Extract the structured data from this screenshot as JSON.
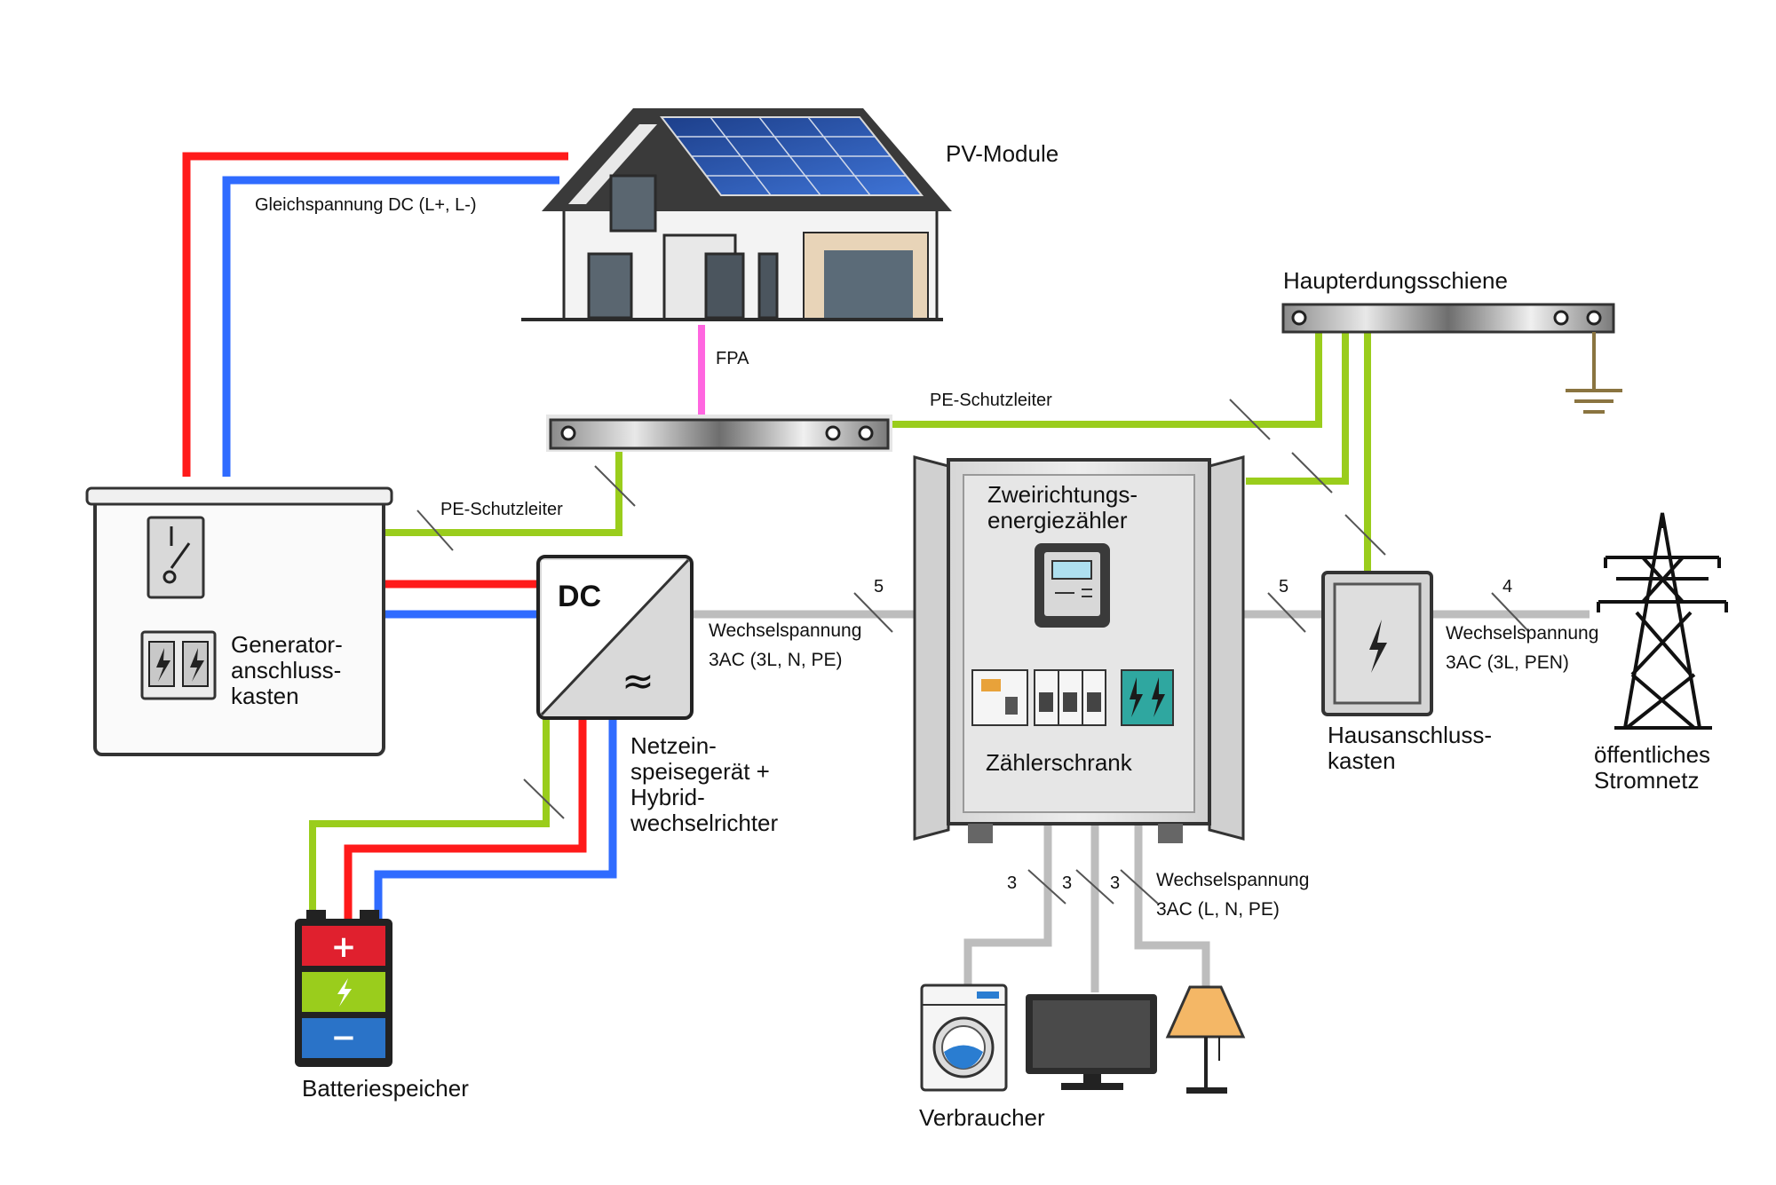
{
  "labels": {
    "pv_modules": "PV-Module",
    "dc_voltage": "Gleichspannung DC (L+, L-)",
    "fpa": "FPA",
    "pe_top": "PE-Schutzleiter",
    "pe_left": "PE-Schutzleiter",
    "main_earth_bar": "Haupterdungsschiene",
    "generator_box": "Generator-\nanschluss-\nkasten",
    "inverter": "Netzein-\nspeisegerät +\nHybrid-\nwechselrichter",
    "inverter_symbol_dc": "DC",
    "inverter_symbol_ac": "≈",
    "ac_inverter": "Wechselspannung\n3AC (3L, N, PE)",
    "wire_count_inverter": "5",
    "meter": "Zweirichtungs-\nenergiezähler",
    "meter_cabinet": "Zählerschrank",
    "wire_count_cabinet_out": "5",
    "house_connection": "Hausanschluss-\nkasten",
    "wire_count_grid": "4",
    "ac_grid": "Wechselspannung\n3AC (3L, PEN)",
    "public_grid": "öffentliches\nStromnetz",
    "wire_count_load_1": "3",
    "wire_count_load_2": "3",
    "wire_count_load_3": "3",
    "ac_loads": "Wechselspannung\n3AC (L, N, PE)",
    "consumers": "Verbraucher",
    "battery": "Batteriespeicher",
    "battery_plus": "+",
    "battery_minus": "−"
  },
  "colors": {
    "dc_plus": "#ff1a1a",
    "dc_minus": "#2f6bff",
    "pe": "#9acd1c",
    "fpa": "#ff66e0",
    "ac": "#bdbdbd"
  },
  "icons": [
    "house-with-pv-icon",
    "switch-icon",
    "fuse-icon",
    "inverter-icon",
    "meter-icon",
    "circuit-breaker-icon",
    "lightning-icon",
    "pylon-icon",
    "ground-icon",
    "washing-machine-icon",
    "monitor-icon",
    "lamp-icon",
    "battery-icon"
  ]
}
